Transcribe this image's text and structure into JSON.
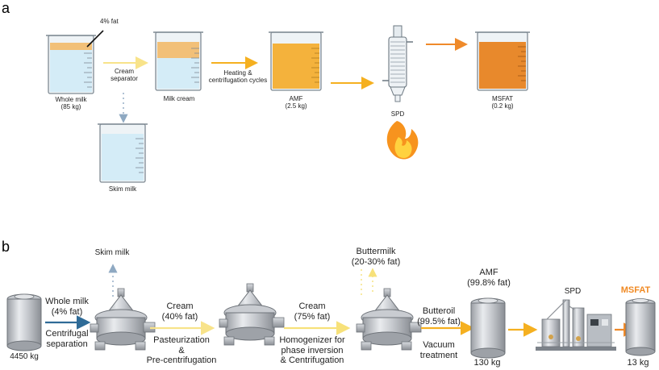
{
  "panel_a": {
    "letter": "a",
    "fat_label": "4% fat",
    "whole_milk": {
      "name": "Whole milk",
      "amount": "(85 kg)"
    },
    "separator": {
      "line1": "Cream",
      "line2": "separator"
    },
    "milk_cream": "Milk cream",
    "heating": {
      "line1": "Heating &",
      "line2": "centrifugation cycles"
    },
    "amf": {
      "name": "AMF",
      "amount": "(2.5 kg)"
    },
    "spd": "SPD",
    "msfat": {
      "name": "MSFAT",
      "amount": "(0.2 kg)"
    },
    "skim_milk": "Skim milk"
  },
  "panel_b": {
    "letter": "b",
    "skim_milk": "Skim milk",
    "start_amount": "4450 kg",
    "whole_milk": {
      "line1": "Whole milk",
      "line2": "(4% fat)"
    },
    "centrifugal": {
      "line1": "Centrifugal",
      "line2": "separation"
    },
    "cream1": {
      "line1": "Cream",
      "line2": "(40% fat)"
    },
    "pasteurization": {
      "line1": "Pasteurization",
      "line2": "&",
      "line3": "Pre-centrifugation"
    },
    "cream2": {
      "line1": "Cream",
      "line2": "(75% fat)"
    },
    "homogenizer": {
      "line1": "Homogenizer for",
      "line2": "phase inversion",
      "line3": "& Centrifugation"
    },
    "buttermilk": {
      "line1": "Buttermilk",
      "line2": "(20-30% fat)"
    },
    "butteroil": {
      "line1": "Butteroil",
      "line2": "(99.5% fat)"
    },
    "vacuum": {
      "line1": "Vacuum",
      "line2": "treatment"
    },
    "amf": {
      "line1": "AMF",
      "line2": "(99.8% fat)"
    },
    "amf_amount": "130 kg",
    "spd": "SPD",
    "msfat": "MSFAT",
    "msfat_amount": "13 kg"
  },
  "colors": {
    "milk": "#d4ecf7",
    "cream": "#f2c078",
    "amf": "#f4b23c",
    "msfat": "#e8892c",
    "arrow_light": "#f8e38a",
    "arrow_amber": "#f5b020",
    "arrow_orange": "#ef8a2a",
    "arrow_blue": "#2f6b97",
    "arrow_grey": "#8fa9c2"
  }
}
